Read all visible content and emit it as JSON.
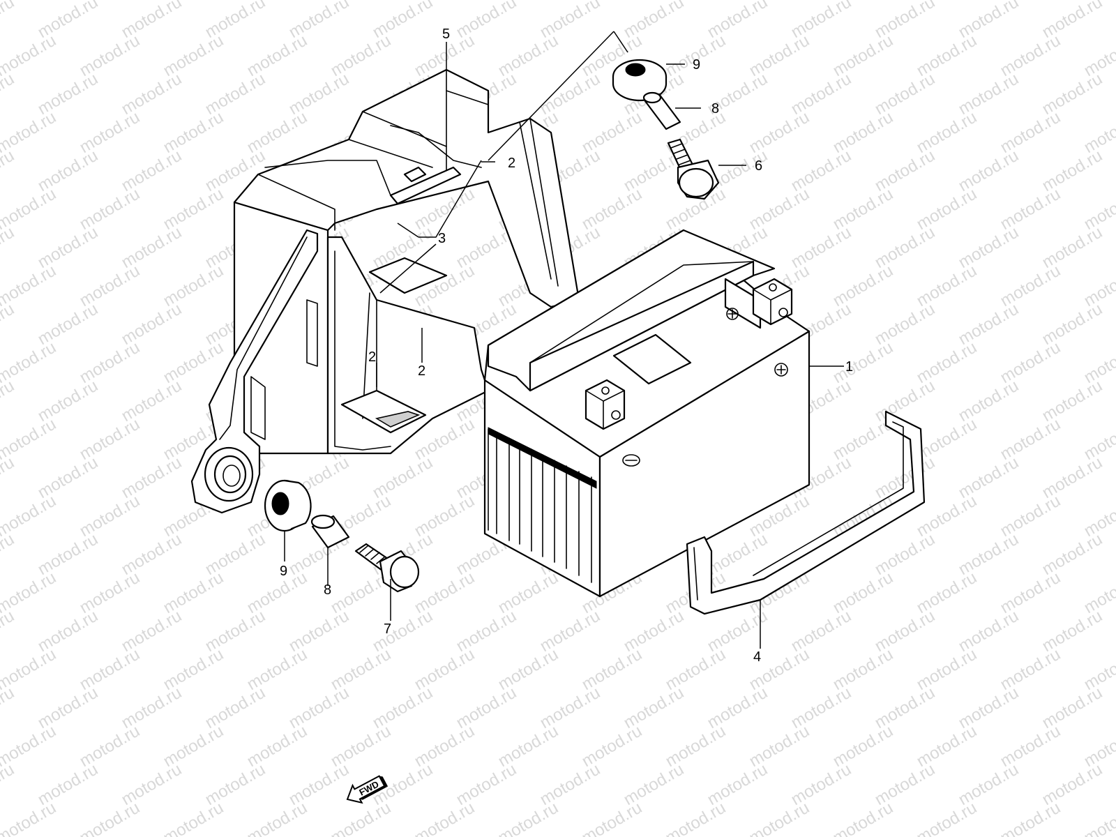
{
  "watermark": {
    "text": "motod.ru",
    "color": "#d8d8d8"
  },
  "callouts": [
    {
      "id": "c1",
      "label": "1"
    },
    {
      "id": "c2a",
      "label": "2"
    },
    {
      "id": "c2b",
      "label": "2"
    },
    {
      "id": "c2c",
      "label": "2"
    },
    {
      "id": "c3",
      "label": "3"
    },
    {
      "id": "c4",
      "label": "4"
    },
    {
      "id": "c5",
      "label": "5"
    },
    {
      "id": "c6",
      "label": "6"
    },
    {
      "id": "c7",
      "label": "7"
    },
    {
      "id": "c8a",
      "label": "8"
    },
    {
      "id": "c8b",
      "label": "8"
    },
    {
      "id": "c9a",
      "label": "9"
    },
    {
      "id": "c9b",
      "label": "9"
    }
  ],
  "fwd_label": "FWD",
  "icons": {
    "fwd": "fwd-arrow-icon"
  }
}
